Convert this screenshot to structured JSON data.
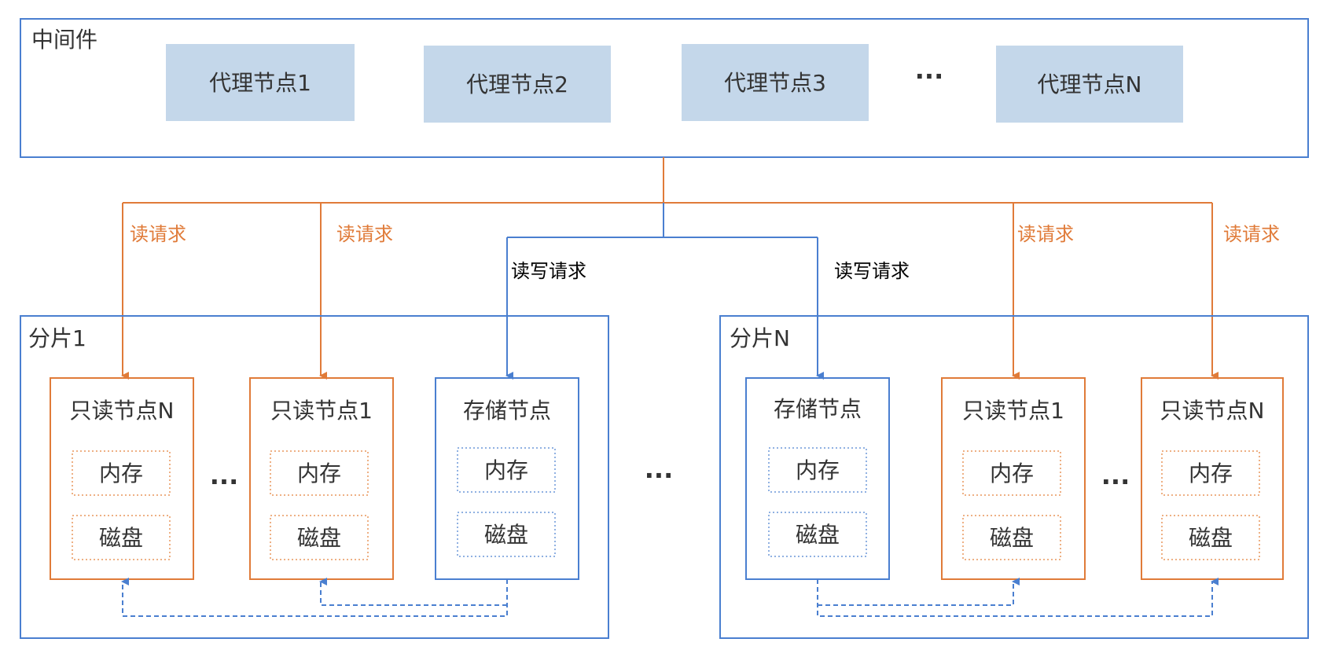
{
  "colors": {
    "blue": "#4a7fd0",
    "orange": "#e07b39",
    "proxy_fill": "#c4d7ea",
    "text": "#333333",
    "black": "#000000"
  },
  "middleware": {
    "title": "中间件",
    "proxies": [
      "代理节点1",
      "代理节点2",
      "代理节点3",
      "代理节点N"
    ],
    "ellipsis": "···"
  },
  "requests": {
    "read": "读请求",
    "read_write": "读写请求"
  },
  "shard1": {
    "title": "分片1",
    "nodes": [
      {
        "title": "只读节点N",
        "mem": "内存",
        "disk": "磁盘"
      },
      {
        "title": "只读节点1",
        "mem": "内存",
        "disk": "磁盘"
      },
      {
        "title": "存储节点",
        "mem": "内存",
        "disk": "磁盘"
      }
    ],
    "ellipsis": "···"
  },
  "shardN": {
    "title": "分片N",
    "nodes": [
      {
        "title": "存储节点",
        "mem": "内存",
        "disk": "磁盘"
      },
      {
        "title": "只读节点1",
        "mem": "内存",
        "disk": "磁盘"
      },
      {
        "title": "只读节点N",
        "mem": "内存",
        "disk": "磁盘"
      }
    ],
    "ellipsis": "···"
  },
  "between_shards_ellipsis": "···"
}
